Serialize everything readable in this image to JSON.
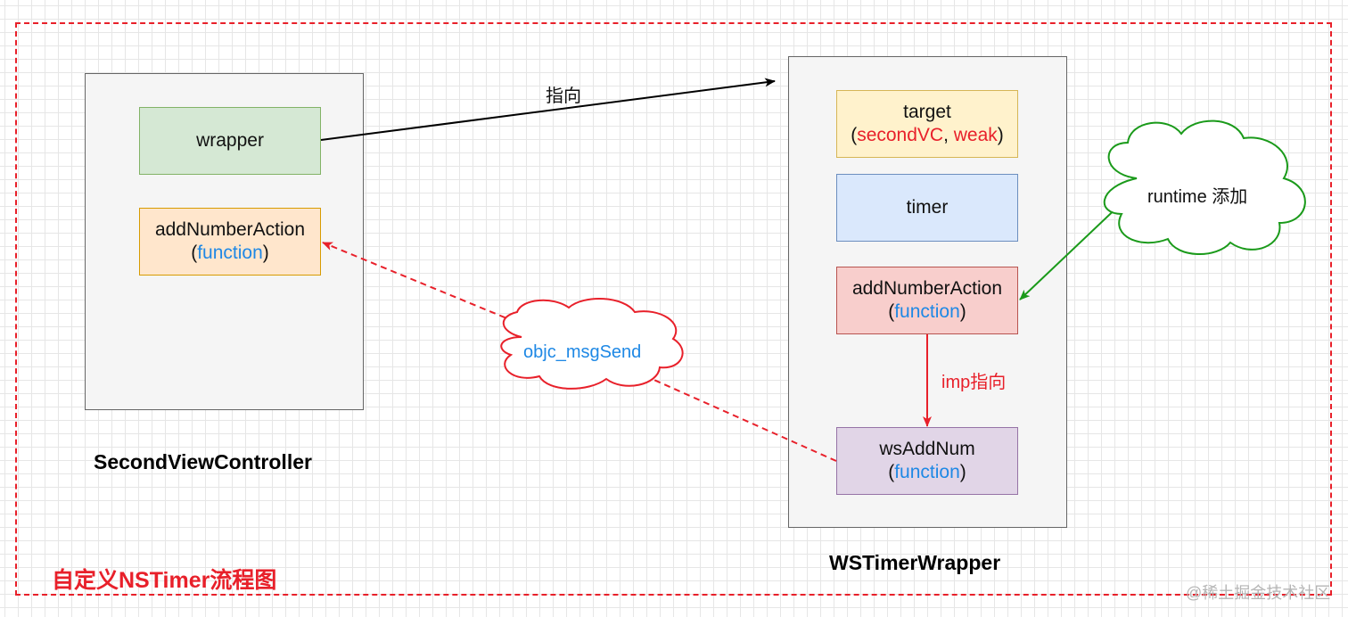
{
  "frame": {
    "title": "自定义NSTimer流程图",
    "color": "#e8202a"
  },
  "second_vc": {
    "label": "SecondViewController",
    "wrapper": "wrapper",
    "action": {
      "name": "addNumberAction",
      "open": "(",
      "type": "function",
      "close": ")"
    }
  },
  "ws_wrapper": {
    "label": "WSTimerWrapper",
    "target": {
      "name": "target",
      "open": "(",
      "value1": "secondVC",
      "sep": ", ",
      "value2": "weak",
      "close": ")"
    },
    "timer": "timer",
    "action": {
      "name": "addNumberAction",
      "open": "(",
      "type": "function",
      "close": ")"
    },
    "ws_add": {
      "name": "wsAddNum",
      "open": "(",
      "type": "function",
      "close": ")"
    }
  },
  "edges": {
    "points_to": "指向",
    "imp_points_to": "imp指向",
    "runtime_add": "runtime 添加",
    "msg_send": "objc_msgSend"
  },
  "watermark": "@稀土掘金技术社区",
  "colors": {
    "frame_red": "#e8202a",
    "function_blue": "#1e88e5",
    "runtime_green": "#1a9a1a"
  }
}
